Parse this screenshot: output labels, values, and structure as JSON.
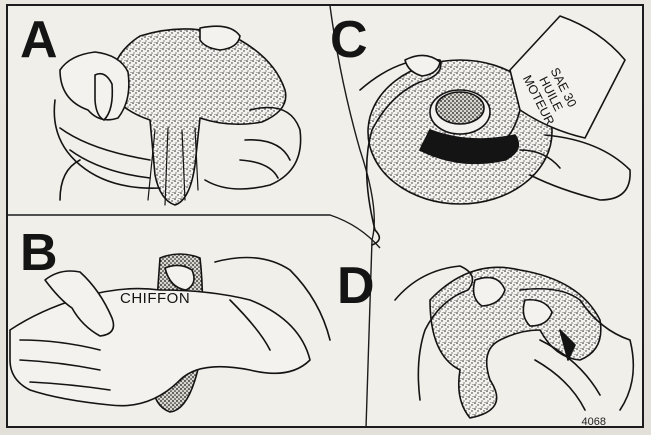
{
  "figure": {
    "panels": [
      {
        "letter": "A",
        "depiction": "hands-wringing-foam-element"
      },
      {
        "letter": "B",
        "depiction": "hands-squeezing-element-in-cloth",
        "label": "CHIFFON"
      },
      {
        "letter": "C",
        "depiction": "oiling-foam-element-with-can",
        "can_label_lines": [
          "SAE 30",
          "HUILE",
          "MOTEUR"
        ]
      },
      {
        "letter": "D",
        "depiction": "hands-kneading-oiled-element"
      }
    ],
    "figure_number": "4068"
  },
  "colors": {
    "ink": "#141414",
    "paper": "#f1efea",
    "bleed": "#b8b5ae"
  }
}
